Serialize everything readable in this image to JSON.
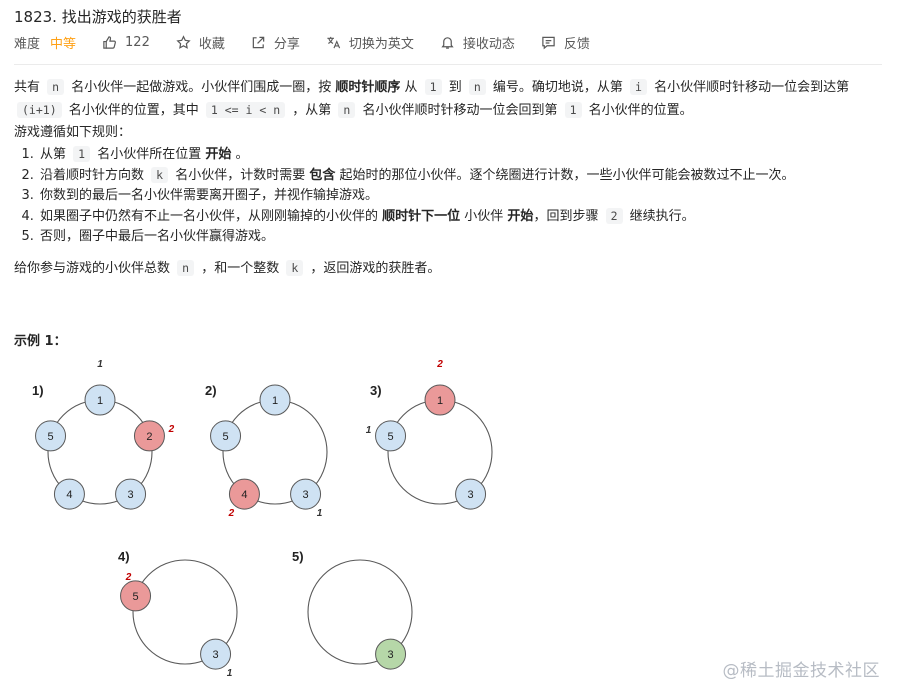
{
  "problem": {
    "title": "1823. 找出游戏的获胜者",
    "difficulty_label": "难度",
    "difficulty_value": "中等",
    "likes": "122",
    "favorite_label": "收藏",
    "share_label": "分享",
    "translate_label": "切换为英文",
    "notify_label": "接收动态",
    "feedback_label": "反馈"
  },
  "description": {
    "p1": [
      {
        "t": "text",
        "v": "共有 "
      },
      {
        "t": "code",
        "v": "n"
      },
      {
        "t": "text",
        "v": " 名小伙伴一起做游戏。小伙伴们围成一圈，按 "
      },
      {
        "t": "bold",
        "v": "顺时针顺序"
      },
      {
        "t": "text",
        "v": " 从 "
      },
      {
        "t": "code",
        "v": "1"
      },
      {
        "t": "text",
        "v": " 到 "
      },
      {
        "t": "code",
        "v": "n"
      },
      {
        "t": "text",
        "v": " 编号。确切地说，从第 "
      },
      {
        "t": "code",
        "v": "i"
      },
      {
        "t": "text",
        "v": " 名小伙伴顺时针移动一位会到达第 "
      },
      {
        "t": "code",
        "v": "(i+1)"
      },
      {
        "t": "text",
        "v": " 名小伙伴的位置，其中 "
      },
      {
        "t": "code",
        "v": "1 <= i < n"
      },
      {
        "t": "text",
        "v": " ，从第 "
      },
      {
        "t": "code",
        "v": "n"
      },
      {
        "t": "text",
        "v": " 名小伙伴顺时针移动一位会回到第 "
      },
      {
        "t": "code",
        "v": "1"
      },
      {
        "t": "text",
        "v": " 名小伙伴的位置。"
      }
    ],
    "p2": [
      {
        "t": "text",
        "v": "游戏遵循如下规则："
      }
    ],
    "rules": [
      [
        {
          "t": "text",
          "v": "从第 "
        },
        {
          "t": "code",
          "v": "1"
        },
        {
          "t": "text",
          "v": " 名小伙伴所在位置 "
        },
        {
          "t": "bold",
          "v": "开始"
        },
        {
          "t": "text",
          "v": " 。"
        }
      ],
      [
        {
          "t": "text",
          "v": "沿着顺时针方向数 "
        },
        {
          "t": "code",
          "v": "k"
        },
        {
          "t": "text",
          "v": " 名小伙伴，计数时需要 "
        },
        {
          "t": "bold",
          "v": "包含"
        },
        {
          "t": "text",
          "v": " 起始时的那位小伙伴。逐个绕圈进行计数，一些小伙伴可能会被数过不止一次。"
        }
      ],
      [
        {
          "t": "text",
          "v": "你数到的最后一名小伙伴需要离开圈子，并视作输掉游戏。"
        }
      ],
      [
        {
          "t": "text",
          "v": "如果圈子中仍然有不止一名小伙伴，从刚刚输掉的小伙伴的 "
        },
        {
          "t": "bold",
          "v": "顺时针下一位"
        },
        {
          "t": "text",
          "v": " 小伙伴 "
        },
        {
          "t": "bold",
          "v": "开始"
        },
        {
          "t": "text",
          "v": "，回到步骤 "
        },
        {
          "t": "code",
          "v": "2"
        },
        {
          "t": "text",
          "v": " 继续执行。"
        }
      ],
      [
        {
          "t": "text",
          "v": "否则，圈子中最后一名小伙伴赢得游戏。"
        }
      ]
    ],
    "p3": [
      {
        "t": "text",
        "v": "给你参与游戏的小伙伴总数 "
      },
      {
        "t": "code",
        "v": "n"
      },
      {
        "t": "text",
        "v": " ，和一个整数 "
      },
      {
        "t": "code",
        "v": "k"
      },
      {
        "t": "text",
        "v": " ，返回游戏的获胜者。"
      }
    ]
  },
  "example": {
    "title": "示例 1：",
    "colors": {
      "blue": "#cfe2f3",
      "red": "#ea9999",
      "green": "#b6d7a8",
      "stroke": "#595959",
      "count": "#c00000"
    },
    "panels": [
      {
        "label": "1)",
        "nodes": [
          {
            "id": "1",
            "color": "blue",
            "count": "1",
            "count_color": "black"
          },
          {
            "id": "2",
            "color": "red",
            "count": "2",
            "count_color": "red"
          },
          {
            "id": "3",
            "color": "blue"
          },
          {
            "id": "4",
            "color": "blue"
          },
          {
            "id": "5",
            "color": "blue"
          }
        ]
      },
      {
        "label": "2)",
        "nodes": [
          {
            "id": "1",
            "color": "blue"
          },
          {
            "id": "3",
            "color": "blue",
            "count": "1",
            "count_color": "black"
          },
          {
            "id": "4",
            "color": "red",
            "count": "2",
            "count_color": "red"
          },
          {
            "id": "5",
            "color": "blue"
          }
        ]
      },
      {
        "label": "3)",
        "nodes": [
          {
            "id": "1",
            "color": "red",
            "count": "2",
            "count_color": "red"
          },
          {
            "id": "3",
            "color": "blue"
          },
          {
            "id": "5",
            "color": "blue",
            "count": "1",
            "count_color": "black"
          }
        ]
      },
      {
        "label": "4)",
        "nodes": [
          {
            "id": "3",
            "color": "blue",
            "count": "1",
            "count_color": "black"
          },
          {
            "id": "5",
            "color": "red",
            "count": "2",
            "count_color": "red"
          }
        ]
      },
      {
        "label": "5)",
        "nodes": [
          {
            "id": "3",
            "color": "green"
          }
        ]
      }
    ]
  },
  "watermark": "@稀土掘金技术社区"
}
